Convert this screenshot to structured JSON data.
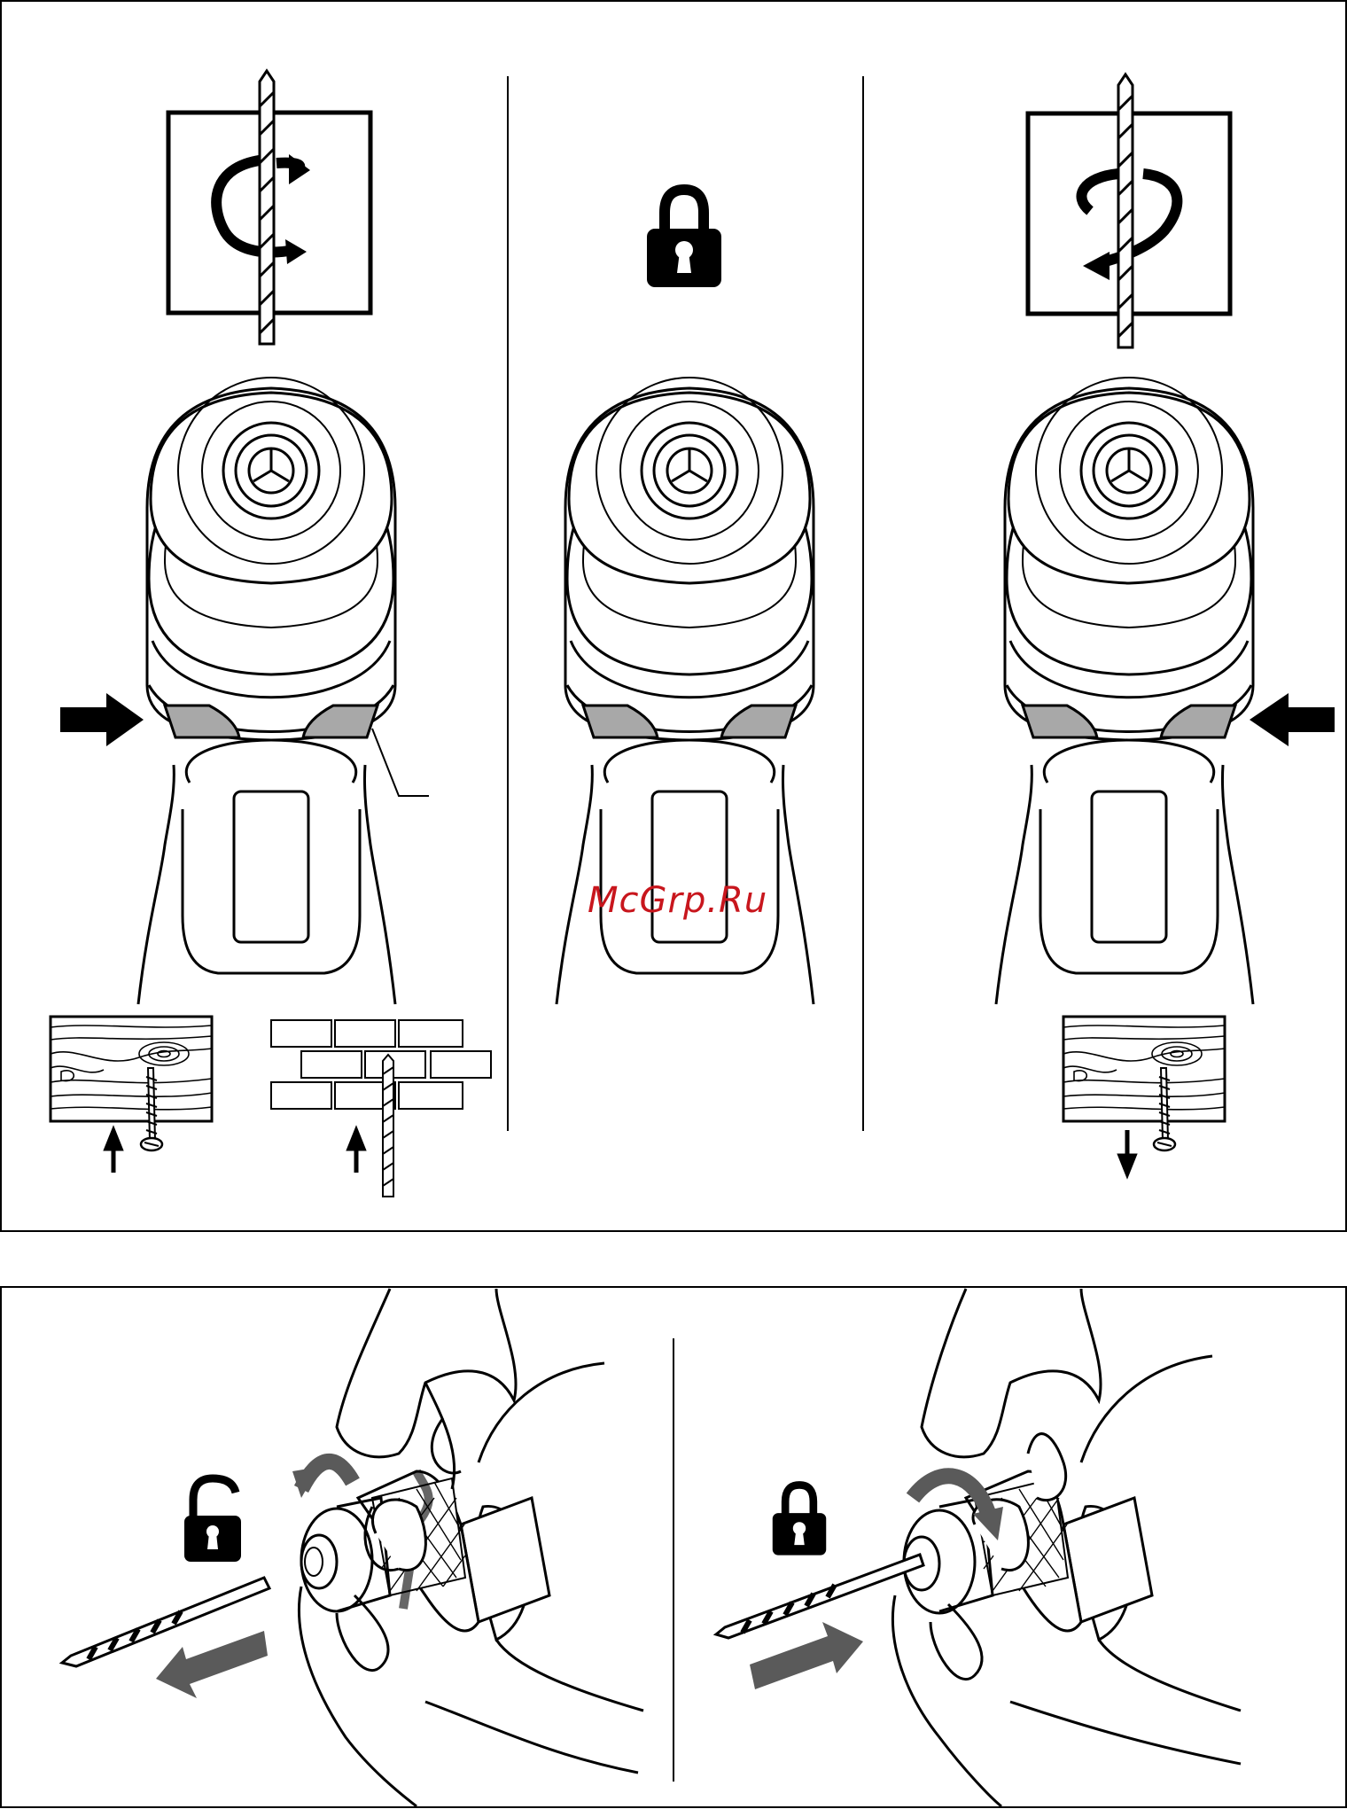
{
  "colors": {
    "ink": "#000000",
    "paper": "#ffffff",
    "trigger_fill": "#a8a8a8",
    "arrow_grey": "#5a5a5a",
    "watermark": "#c8161d"
  },
  "watermark": {
    "text": "McGrp.Ru"
  },
  "figure_top": {
    "panel_left": {
      "rotation_icon": "clockwise-rotation-icon",
      "push_direction": "from-left",
      "materials": [
        "wood-screw-icon",
        "brick-drill-icon"
      ],
      "material_arrow": "up-arrow-icon"
    },
    "panel_center": {
      "rotation_icon": "padlock-locked-icon"
    },
    "panel_right": {
      "rotation_icon": "counterclockwise-rotation-icon",
      "push_direction": "from-right",
      "materials": [
        "wood-screw-icon"
      ],
      "material_arrow": "down-arrow-icon"
    }
  },
  "figure_bottom": {
    "panel_left": {
      "lock_icon": "padlock-open-icon",
      "action": "remove-bit"
    },
    "panel_right": {
      "lock_icon": "padlock-locked-icon",
      "action": "insert-bit"
    }
  }
}
